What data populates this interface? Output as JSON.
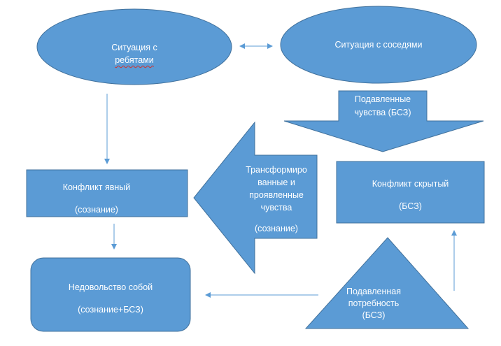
{
  "colors": {
    "fill": "#5b9bd5",
    "stroke": "#41719c",
    "connector": "#5b9bd5",
    "text": "#ffffff",
    "background": "#ffffff"
  },
  "nodes": {
    "situation_kids": {
      "label_prefix": "Ситуация с ",
      "label_spell": "ребятами"
    },
    "situation_neighbors": {
      "label": "Ситуация с соседями"
    },
    "suppressed_feelings": {
      "line1": "Подавленные",
      "line2": "чувства (БСЗ)"
    },
    "conflict_explicit": {
      "line1": "Конфликт явный",
      "line2": "(сознание)"
    },
    "transformed_feelings": {
      "line1": "Трансформиро",
      "line2": "ванные и",
      "line3": "проявленные",
      "line4": "чувства",
      "line5": "(сознание)"
    },
    "conflict_hidden": {
      "line1": "Конфликт скрытый",
      "line2": "(БСЗ)"
    },
    "dissatisfaction": {
      "line1": "Недовольство собой",
      "line2": "(сознание+БСЗ)"
    },
    "suppressed_need": {
      "line1": "Подавленная",
      "line2": "потребность",
      "line3": "(БСЗ)"
    }
  }
}
